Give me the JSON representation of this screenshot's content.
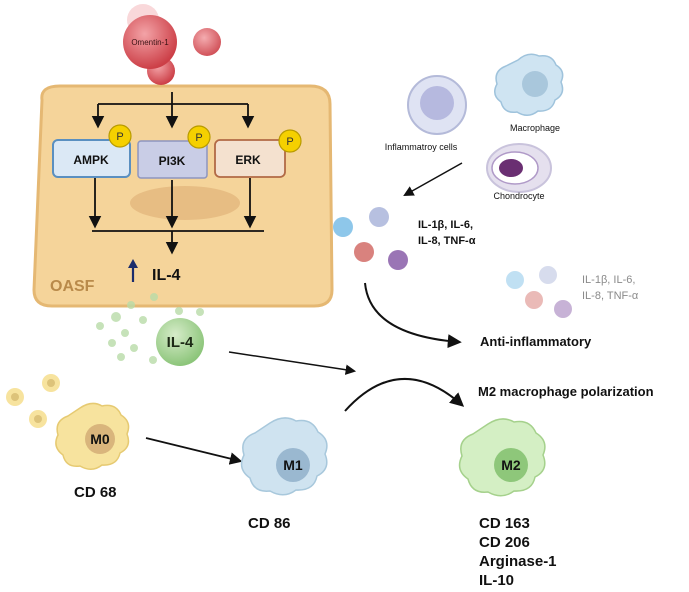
{
  "omentin_label": "Omentin-1",
  "cell_label": "OASF",
  "kinases": [
    {
      "label": "AMPK",
      "phospho": "P"
    },
    {
      "label": "PI3K",
      "phospho": "P"
    },
    {
      "label": "ERK",
      "phospho": "P"
    }
  ],
  "intracellular_il4": "IL-4",
  "secreted_il4": "IL-4",
  "inflammatory_cells": {
    "inflammatory": "Inflammatroy cells",
    "macrophage": "Macrophage",
    "chondrocyte": "Chondrocyte"
  },
  "cytokines_active": [
    "IL-1β, IL-6,",
    "IL-8, TNF-α"
  ],
  "cytokines_reduced": [
    "IL-1β, IL-6,",
    "IL-8, TNF-α"
  ],
  "anti_inflammatory": "Anti-inflammatory",
  "m2_polarization": "M2 macrophage polarization",
  "m0": {
    "label": "M0",
    "marker": "CD 68"
  },
  "m1": {
    "label": "M1",
    "marker": "CD 86"
  },
  "m2": {
    "label": "M2",
    "markers": [
      "CD 163",
      "CD 206",
      "Arginase-1",
      "IL-10"
    ]
  },
  "colors": {
    "cell_fill": "#f5d49a",
    "omentin": "#d9535a",
    "ampk_box": "#dbe8f5",
    "pi3k_box": "#c9cde6",
    "erk_box": "#f4e1cf",
    "phospho": "#f5d000",
    "il4_green": "#9ccc8a",
    "m0_yellow": "#f7e39e",
    "m1_blue": "#cfe3f0",
    "m2_green": "#d4efc4"
  }
}
